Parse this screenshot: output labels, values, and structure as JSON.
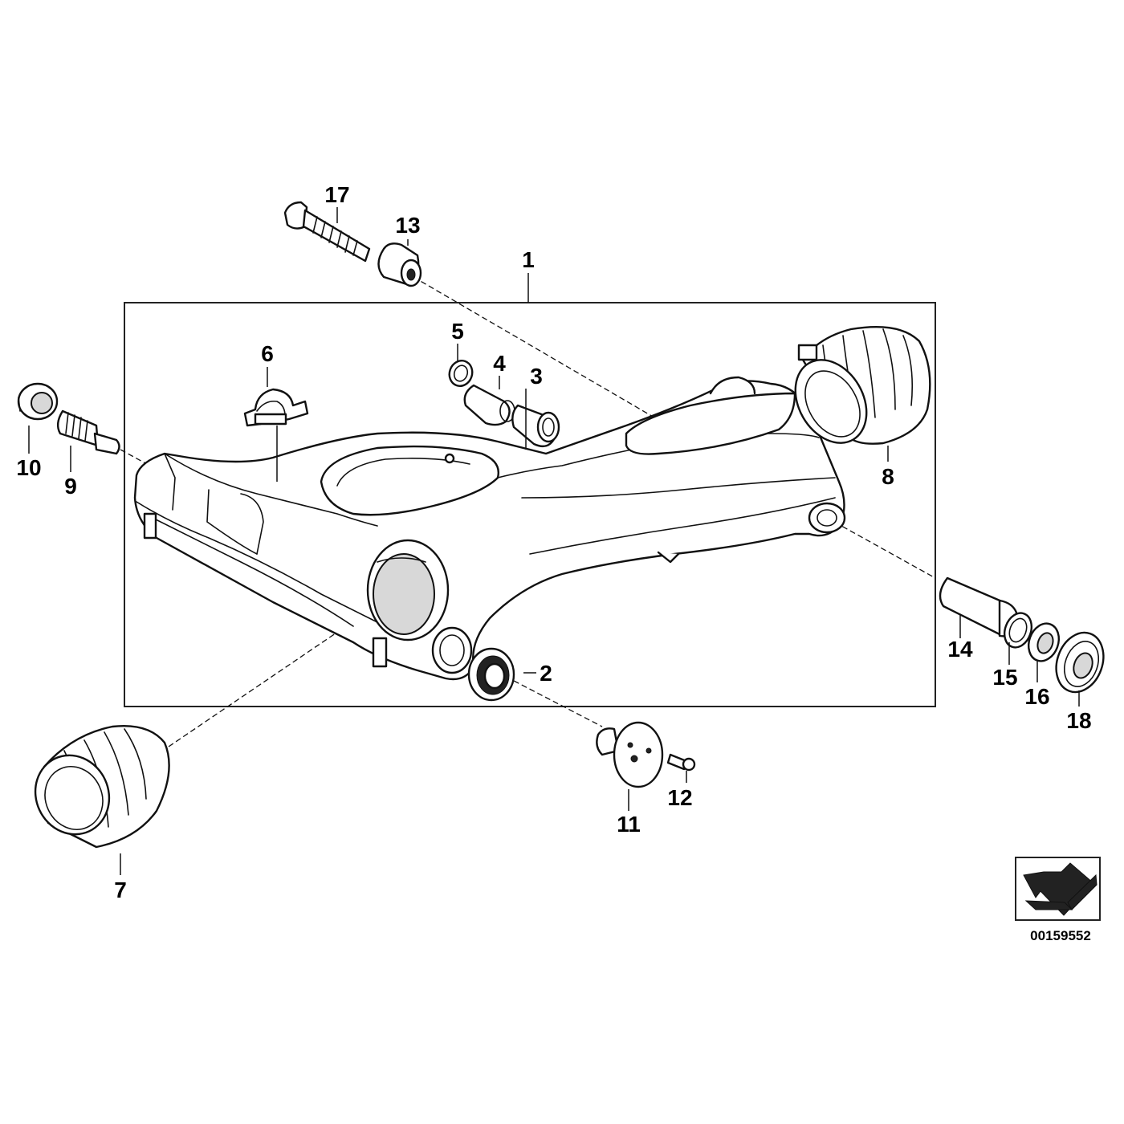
{
  "diagram": {
    "drawing_number": "00159552",
    "callouts": [
      "1",
      "2",
      "3",
      "4",
      "5",
      "6",
      "7",
      "8",
      "9",
      "10",
      "11",
      "12",
      "13",
      "14",
      "15",
      "16",
      "17",
      "18"
    ]
  }
}
